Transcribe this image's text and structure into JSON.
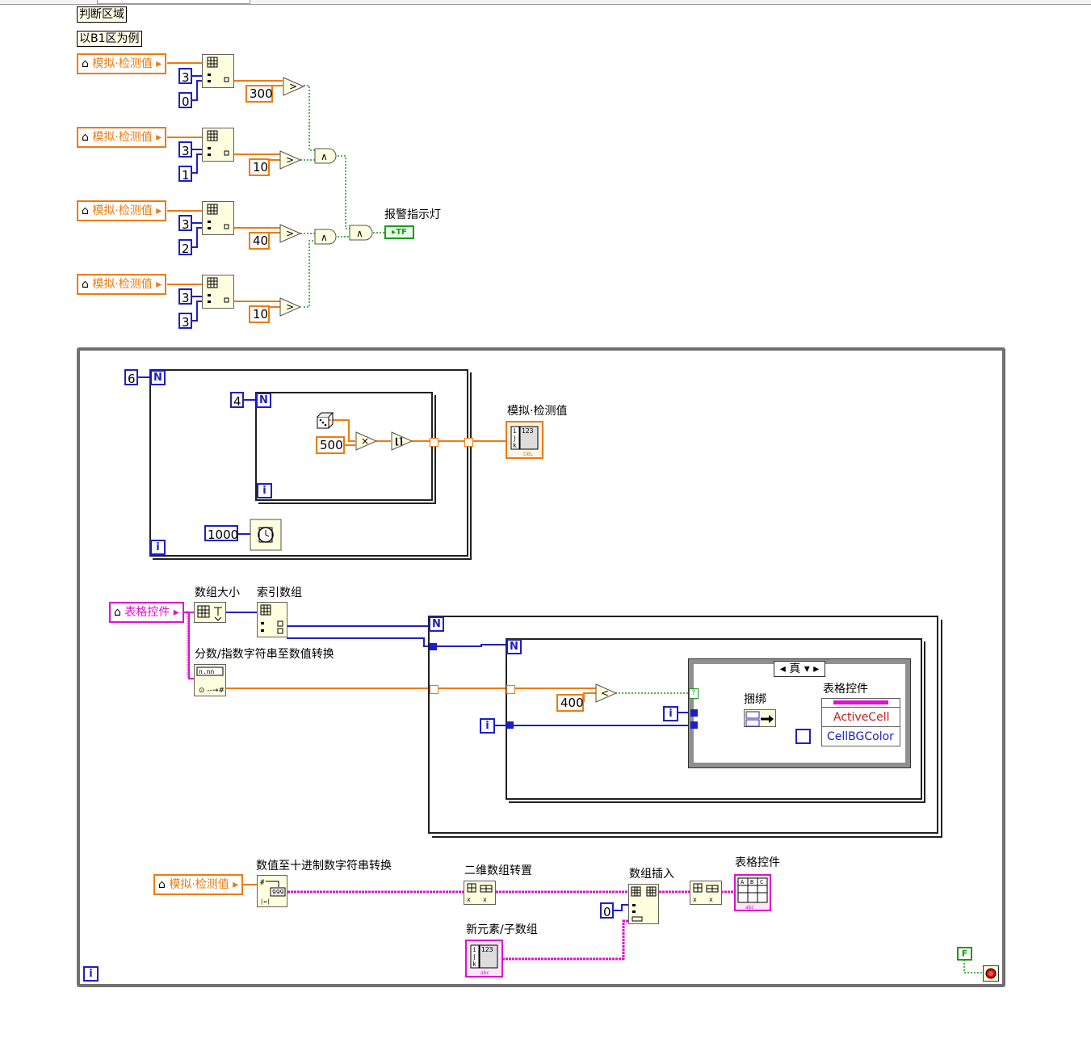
{
  "labels": {
    "judge_region": "判断区域",
    "example_b1": "以B1区为例",
    "alarm_light": "报警指示灯",
    "sim_value_indicator": "模拟·检测值",
    "array_size": "数组大小",
    "index_array": "索引数组",
    "frac_exp_convert": "分数/指数字符串至数值转换",
    "bundle": "捆绑",
    "table_control": "表格控件",
    "num_to_dec_string": "数值至十进制数字符串转换",
    "transpose_2d": "二维数组转置",
    "array_insert": "数组插入",
    "table_control_2": "表格控件",
    "new_element": "新元素/子数组"
  },
  "locals": {
    "sim_value": "模拟·检测值",
    "table_ctrl": "表格控件"
  },
  "upper_rows": [
    {
      "row_const": "3",
      "col_const": "0",
      "threshold": "300"
    },
    {
      "row_const": "3",
      "col_const": "1",
      "threshold": "10"
    },
    {
      "row_const": "3",
      "col_const": "2",
      "threshold": "40"
    },
    {
      "row_const": "3",
      "col_const": "3",
      "threshold": "10"
    }
  ],
  "constants": {
    "outer_loop_count": "6",
    "inner_loop_count": "4",
    "random_scale": "500",
    "wait_ms": "1000",
    "compare_value": "400",
    "insert_index": "0"
  },
  "terminals": {
    "n": "N",
    "i": "i",
    "stop": "F",
    "case_selector": "真",
    "tf": "TF"
  },
  "property_node": {
    "prop1": "ActiveCell",
    "prop2": "CellBGColor"
  },
  "colors": {
    "orange_wire": "#ee7a10",
    "blue_wire": "#1e1ec8",
    "pink_wire": "#e010d0",
    "green_wire": "#1a9a1a",
    "frame_gray": "#606060"
  }
}
